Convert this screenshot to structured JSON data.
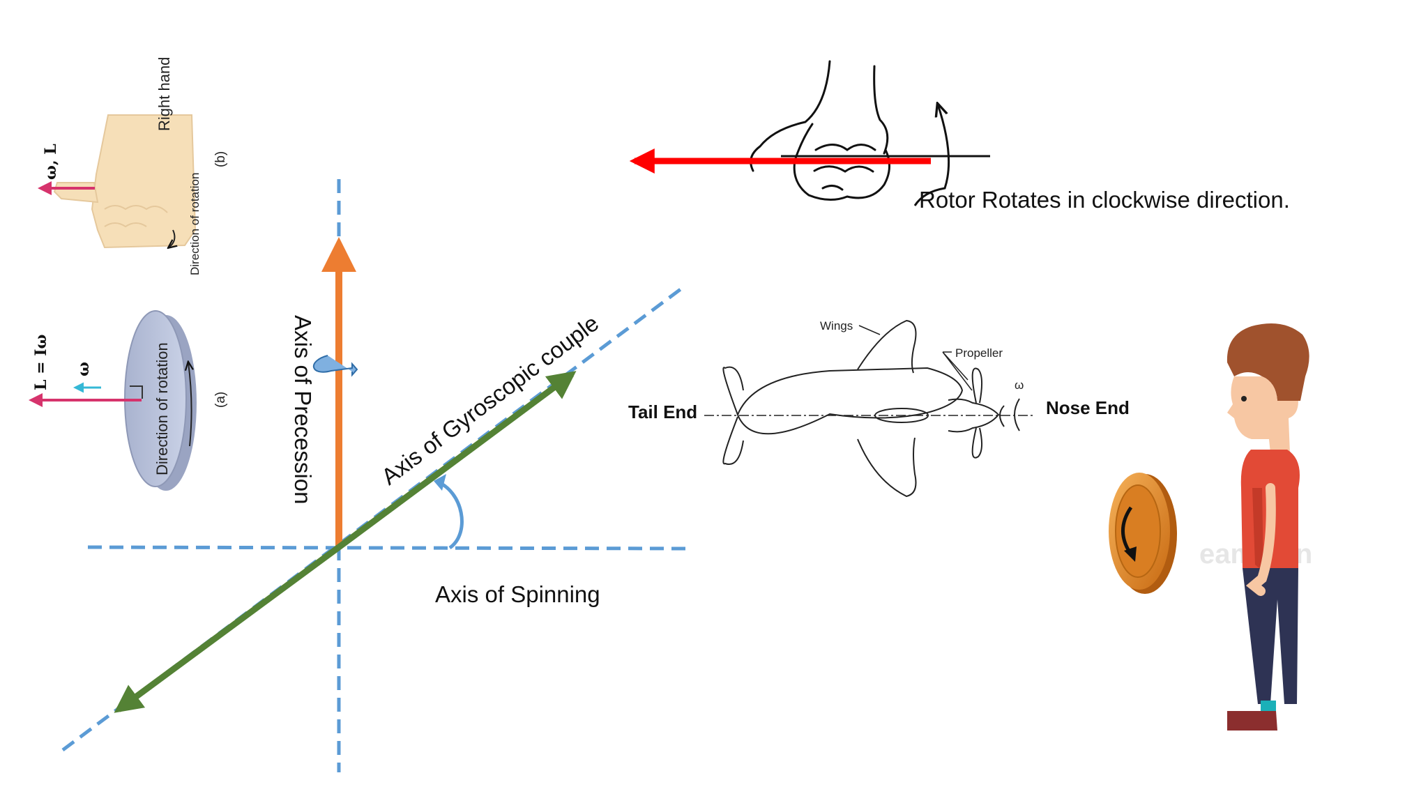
{
  "diagram": {
    "axes": {
      "precession_label": "Axis of Precession",
      "gyroscopic_couple_label": "Axis of Gyroscopic couple",
      "spinning_label": "Axis of Spinning"
    },
    "rotor_note": "Rotor Rotates in clockwise direction.",
    "aircraft": {
      "tail_label": "Tail End",
      "nose_label": "Nose End",
      "wings_label": "Wings",
      "propeller_label": "Propeller",
      "omega_label": "ω"
    },
    "right_hand_rule": {
      "right_hand_label": "Right hand",
      "omega_l_label": "ω, L",
      "direction_b_label": "Direction of rotation",
      "panel_b_label": "(b)",
      "formula_label": "L = Iω",
      "omega_label": "ω",
      "direction_a_label": "Direction of rotation",
      "panel_a_label": "(a)"
    },
    "watermark": "eamdein"
  },
  "colors": {
    "dashed_axis": "#5b9bd5",
    "precession_arrow": "#ed7d31",
    "couple_arrow": "#548235",
    "rotor_arrow": "#ff0000",
    "curved_arrow": "#5b9bd5",
    "hand_arrow": "#d6336c",
    "disc": "#b8c2da",
    "skin": "#f6dfb8",
    "hair": "#a0522d",
    "shirt": "#e24a36",
    "pants": "#2e3354",
    "coin": "#e0882b"
  }
}
